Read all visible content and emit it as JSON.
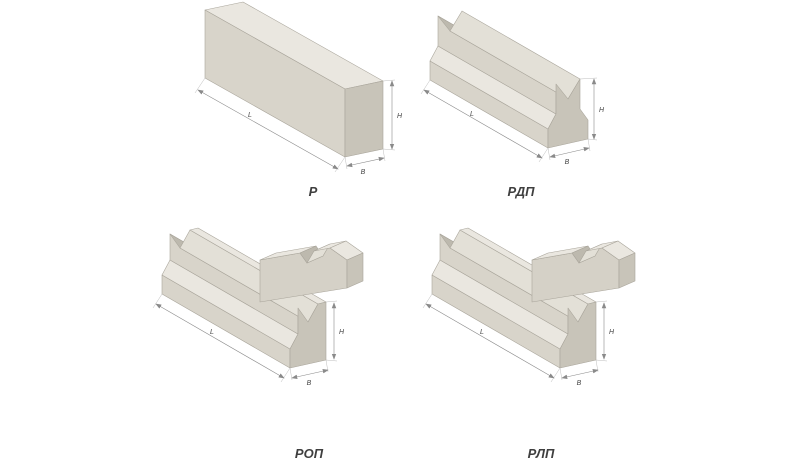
{
  "illustration": {
    "title": "precast-concrete-beam-types",
    "figures": [
      {
        "caption": "Р",
        "dim_length": "L",
        "dim_height": "H",
        "dim_width": "B"
      },
      {
        "caption": "РДП",
        "dim_length": "L",
        "dim_height": "H",
        "dim_width": "B"
      },
      {
        "caption": "РОП",
        "dim_length": "L",
        "dim_height": "H",
        "dim_width": "B"
      },
      {
        "caption": "РЛП",
        "dim_length": "L",
        "dim_height": "H",
        "dim_width": "B"
      }
    ],
    "colors": {
      "background": "#ffffff",
      "face_top": "#eae7e0",
      "face_front": "#d8d4ca",
      "face_end": "#c8c4b9",
      "face_cut": "#d5d1c7",
      "notch_dark": "#bdb9ae",
      "notch_light": "#e3e0d7",
      "stroke": "#a9a59b",
      "dimension": "#8a8a8a",
      "label": "#444444",
      "caption": "#3f3f3f"
    }
  }
}
